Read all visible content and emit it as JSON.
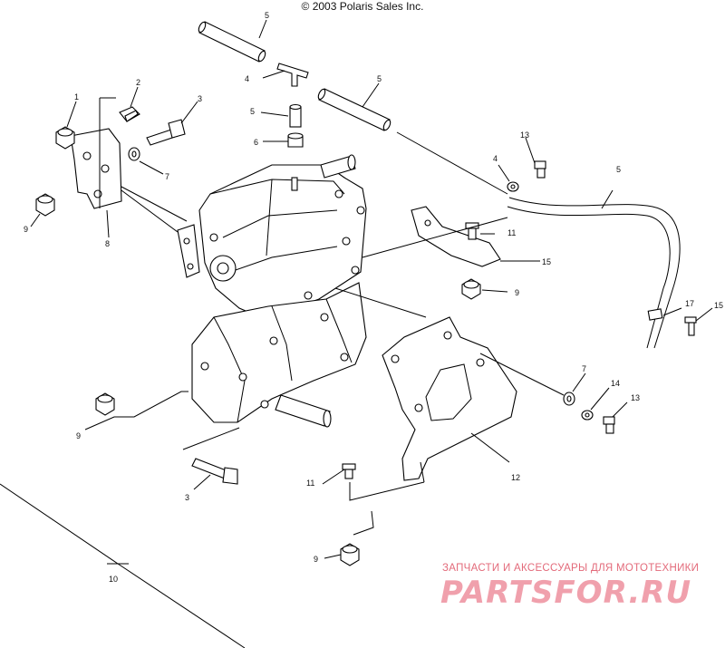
{
  "copyright": "© 2003 Polaris Sales Inc.",
  "watermark": {
    "tagline": "ЗАПЧАСТИ И АКСЕССУАРЫ ДЛЯ МОТОТЕХНИКИ",
    "logo": "PARTSFOR.RU",
    "color": "#e36a7a"
  },
  "callouts": {
    "c1": "1",
    "c2": "2",
    "c3a": "3",
    "c3b": "3",
    "c4a": "4",
    "c4b": "4",
    "c5a": "5",
    "c5b": "5",
    "c5c": "5",
    "c5d": "5",
    "c6": "6",
    "c7a": "7",
    "c7b": "7",
    "c8": "8",
    "c9a": "9",
    "c9b": "9",
    "c9c": "9",
    "c9d": "9",
    "c10": "10",
    "c11a": "11",
    "c11b": "11",
    "c12": "12",
    "c13a": "13",
    "c13b": "13",
    "c14": "14",
    "c15a": "15",
    "c15b": "15",
    "c17": "17"
  }
}
